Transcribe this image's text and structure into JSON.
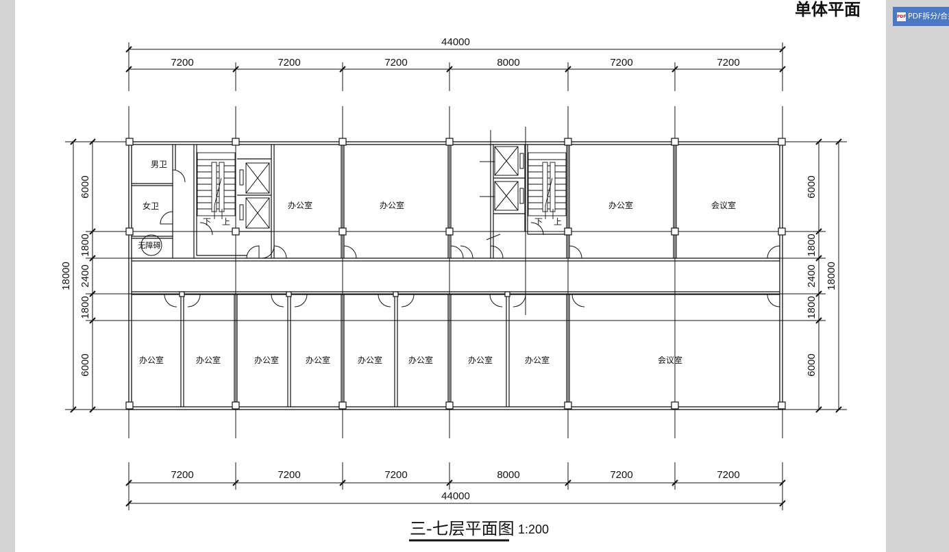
{
  "sheet_title": "单体平面",
  "toolbar": {
    "pdf_button_label": "PDF拆分/合并",
    "pdf_icon_text": "PDF"
  },
  "plan": {
    "caption": "三-七层平面图",
    "scale": "1:200",
    "top_dims": {
      "total": "44000",
      "bays": [
        "7200",
        "7200",
        "7200",
        "8000",
        "7200",
        "7200"
      ]
    },
    "bottom_dims": {
      "total": "44000",
      "bays": [
        "7200",
        "7200",
        "7200",
        "8000",
        "7200",
        "7200"
      ]
    },
    "left_dims": {
      "total": "18000",
      "segments": [
        "6000",
        "1800",
        "2400",
        "1800",
        "6000"
      ]
    },
    "right_dims": {
      "total": "18000",
      "segments": [
        "6000",
        "1800",
        "2400",
        "1800",
        "6000"
      ]
    },
    "rooms": {
      "mens_wc": "男卫",
      "womens_wc": "女卫",
      "accessible_wc": "无障碍",
      "stair_down": "下",
      "stair_up": "上",
      "office": "办公室",
      "meeting": "会议室"
    }
  }
}
